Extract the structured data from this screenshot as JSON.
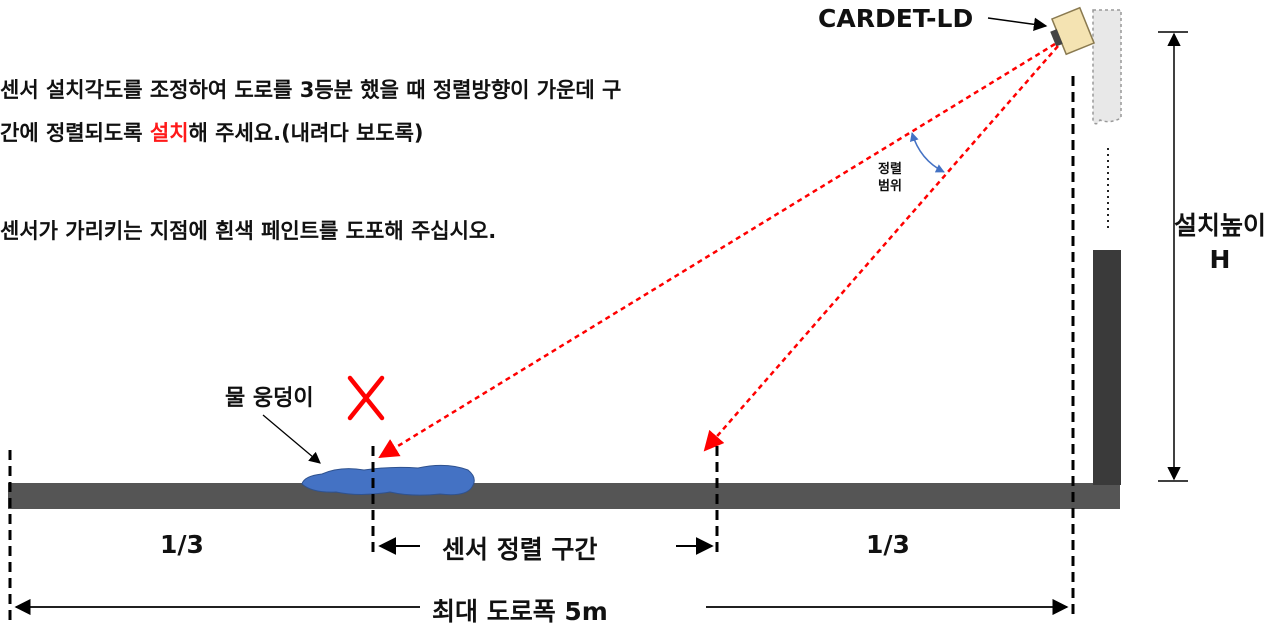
{
  "instructions": {
    "line1": "센서 설치각도를 조정하여 도로를 3등분 했을 때 정렬방향이 가운데 구",
    "line2_pre": "간에 정렬되도록 ",
    "line2_highlight": "설치",
    "line2_post": "해 주세요.(내려다 보도록)",
    "line3": "센서가 가리키는 지점에 흰색 페인트를 도포해 주십시오."
  },
  "labels": {
    "device": "CARDET-LD",
    "range_line1": "정렬",
    "range_line2": "범위",
    "height_line1": "설치높이",
    "height_line2": "H",
    "puddle": "물 웅덩이",
    "left_third": "1/3",
    "right_third": "1/3",
    "middle_section": "센서 정렬 구간",
    "road_width": "최대 도로폭 5m"
  },
  "colors": {
    "road": "#555555",
    "pole": "#3a3a3a",
    "puddle": "#4472c4",
    "beam": "#ff0000",
    "range_arc": "#4472c4",
    "cross": "#ff0000",
    "highlight": "#ff1a1a"
  }
}
